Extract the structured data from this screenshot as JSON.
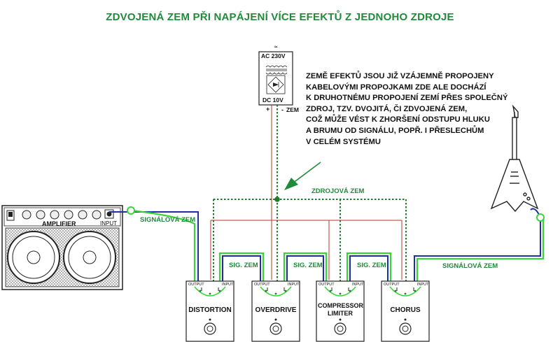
{
  "title": "ZDVOJENÁ ZEM PŘI NAPÁJENÍ VÍCE EFEKTŮ Z JEDNOHO ZDROJE",
  "note_lines": [
    "ZEMĚ EFEKTŮ JSOU JIŽ VZÁJEMNĚ PROPOJENY",
    "KABELOVÝMI PROPOJKAMI ZDE ALE DOCHÁZÍ",
    "K DRUHOTNÉMU PROPOJENÍ ZEMÍ PŘES SPOLEČNÝ",
    "ZDROJ, TZV. DVOJITÁ, ČI ZDVOJENÁ ZEM,",
    "COŽ MŮŽE VÉST K ZHORŠENÍ ODSTUPU HLUKU",
    "A BRUMU OD SIGNÁLU, POPŘ. I PŘESLECHŮM",
    "V CELÉM SYSTÉMU"
  ],
  "power_supply": {
    "ac_label": "AC 230V",
    "dc_label": "DC 10V",
    "plus": "+",
    "minus": "-",
    "zem": "ZEM"
  },
  "amplifier": {
    "name": "AMPLIFIER",
    "input_label": "INPUT"
  },
  "labels": {
    "zdrojova_zem": "ZDROJOVÁ ZEM",
    "signalova_zem_left": "SIGNÁLOVÁ ZEM",
    "signalova_zem_right": "SIGNÁLOVÁ ZEM",
    "sig_zem_1": "SIG. ZEM",
    "sig_zem_2": "SIG. ZEM",
    "sig_zem_3": "SIG. ZEM"
  },
  "pedal_jacks": {
    "output": "OUTPUT",
    "input": "INPUT"
  },
  "pedals": [
    {
      "name": "DISTORTION"
    },
    {
      "name": "OVERDRIVE"
    },
    {
      "name": "COMPRESSOR LIMITER"
    },
    {
      "name": "CHORUS"
    }
  ],
  "colors": {
    "title_green": "#1f8a3a",
    "signal_blue": "#1c2fa8",
    "ground_green": "#39d43a",
    "power_red": "#b03a2a",
    "dotted_green": "#1f7a2e"
  }
}
